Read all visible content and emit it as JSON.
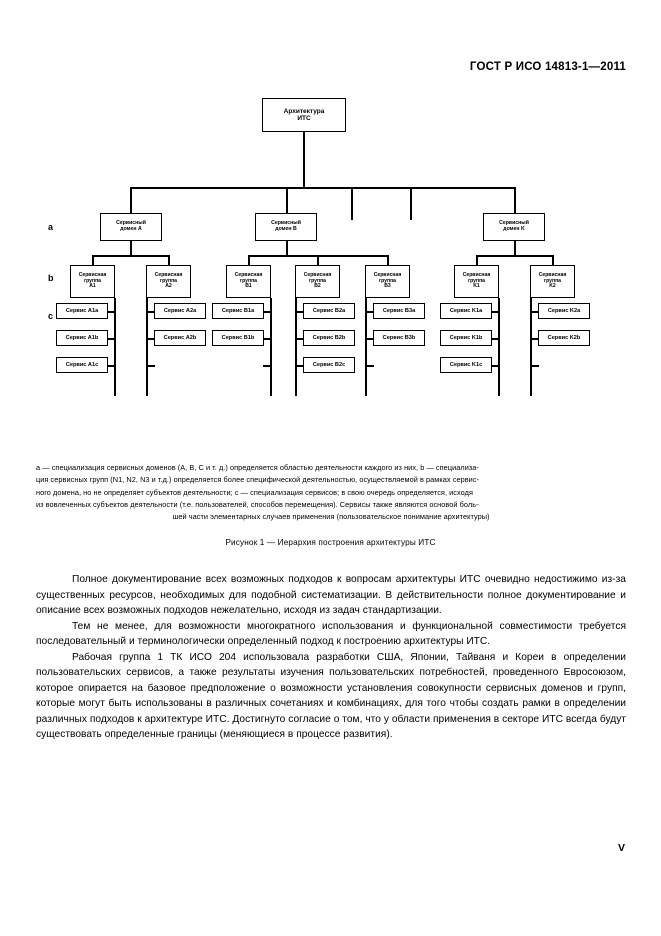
{
  "header": {
    "standard_id": "ГОСТ Р ИСО 14813-1—2011"
  },
  "figure": {
    "root": {
      "line1": "Архитектура",
      "line2": "ИТС"
    },
    "row_labels": {
      "a": "a",
      "b": "b",
      "c": "c"
    },
    "domains": [
      {
        "id": "A",
        "line1": "Сервисный",
        "line2": "домен A"
      },
      {
        "id": "B",
        "line1": "Сервисный",
        "line2": "домен B"
      },
      {
        "id": "K",
        "line1": "Сервисный",
        "line2": "домен K"
      }
    ],
    "groups": [
      {
        "id": "A1",
        "line1": "Сервисная",
        "line2": "группа",
        "line3": "A1"
      },
      {
        "id": "A2",
        "line1": "Сервисная",
        "line2": "группа",
        "line3": "A2"
      },
      {
        "id": "B1",
        "line1": "Сервисная",
        "line2": "группа",
        "line3": "B1"
      },
      {
        "id": "B2",
        "line1": "Сервисная",
        "line2": "группа",
        "line3": "B2"
      },
      {
        "id": "B3",
        "line1": "Сервисная",
        "line2": "группа",
        "line3": "B3"
      },
      {
        "id": "K1",
        "line1": "Сервисная",
        "line2": "группа",
        "line3": "K1"
      },
      {
        "id": "K2",
        "line1": "Сервисная",
        "line2": "группа",
        "line3": "K2"
      }
    ],
    "services": {
      "A1": [
        "Сервис A1a",
        "Сервис A1b",
        "Сервис A1c"
      ],
      "A2": [
        "Сервис A2a",
        "Сервис A2b"
      ],
      "B1": [
        "Сервис B1a",
        "Сервис B1b"
      ],
      "B2": [
        "Сервис B2a",
        "Сервис B2b",
        "Сервис B2c"
      ],
      "B3": [
        "Сервис B3a",
        "Сервис B3b"
      ],
      "K1": [
        "Сервис K1a",
        "Сервис K1b",
        "Сервис K1c"
      ],
      "K2": [
        "Сервис K2a",
        "Сервис K2b"
      ]
    },
    "caption_lines": [
      "a — специализация сервисных доменов (А, В, С и т. д.) определяется областью деятельности каждого из них, b — специализа-",
      "ция сервисных групп (N1, N2, N3 и т.д.) определяется более специфической деятельностью, осуществляемой в рамках сервис-",
      "ного домена,  но не определяет  субъектов  деятельности; c —  специализация  сервисов; в свою очередь  определяется, исходя",
      "из вовлеченных субъектов деятельности (т.е. пользователей, способов перемещения). Сервисы также являются основой боль-",
      "шей части элементарных случаев применения (пользовательское понимание архитектуры)"
    ],
    "title": "Рисунок 1 —  Иерархия построения архитектуры ИТС"
  },
  "body": {
    "paragraphs": [
      "Полное документирование всех возможных подходов к вопросам архитектуры ИТС очевидно недостижимо из-за существенных ресурсов, необходимых для подобной систематизации. В действительности полное документирование и описание всех возможных подходов нежелательно, исходя из задач стандартизации.",
      "Тем не менее, для возможности многократного использования и функциональной совместимости требуется последовательный и терминологически определенный подход к построению архитектуры ИТС.",
      "Рабочая группа 1 ТК ИСО 204 использовала разработки США, Японии, Тайваня и Кореи в определении пользовательских сервисов, а также результаты изучения пользовательских потребностей, проведенного Евросоюзом, которое опирается на базовое предположение о возможности установления совокупности сервисных доменов и групп, которые могут быть использованы в различных сочетаниях и комбинациях, для того чтобы создать рамки в определении различных подходов к архитектуре ИТС. Достигнуто согласие о том, что у области применения в секторе ИТС всегда будут существовать определенные границы (меняющиеся в процессе развития)."
    ]
  },
  "footer": {
    "page_number": "V"
  }
}
